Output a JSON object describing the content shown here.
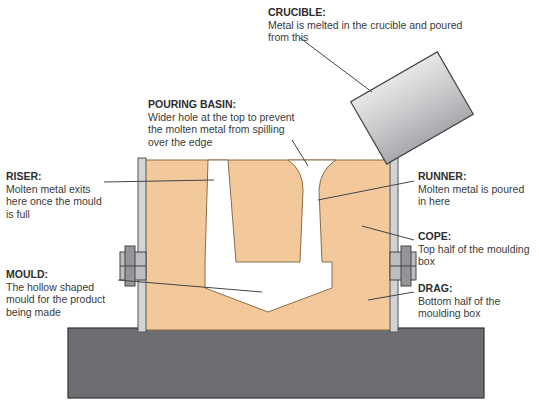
{
  "diagram": {
    "labels": [
      "CRUCIBLE:",
      "Metal is melted in the crucible and poured from this",
      "POURING BASIN:",
      "Wider hole at the top to prevent the molten metal from spilling over the edge",
      "RISER:",
      "Molten metal exits here once the mould is full",
      "RUNNER:",
      "Molten metal is poured in here",
      "COPE:",
      "Top half of the moulding box",
      "MOULD:",
      "The hollow shaped mould for the product being made",
      "DRAG:",
      "Bottom half of the moulding box"
    ]
  }
}
